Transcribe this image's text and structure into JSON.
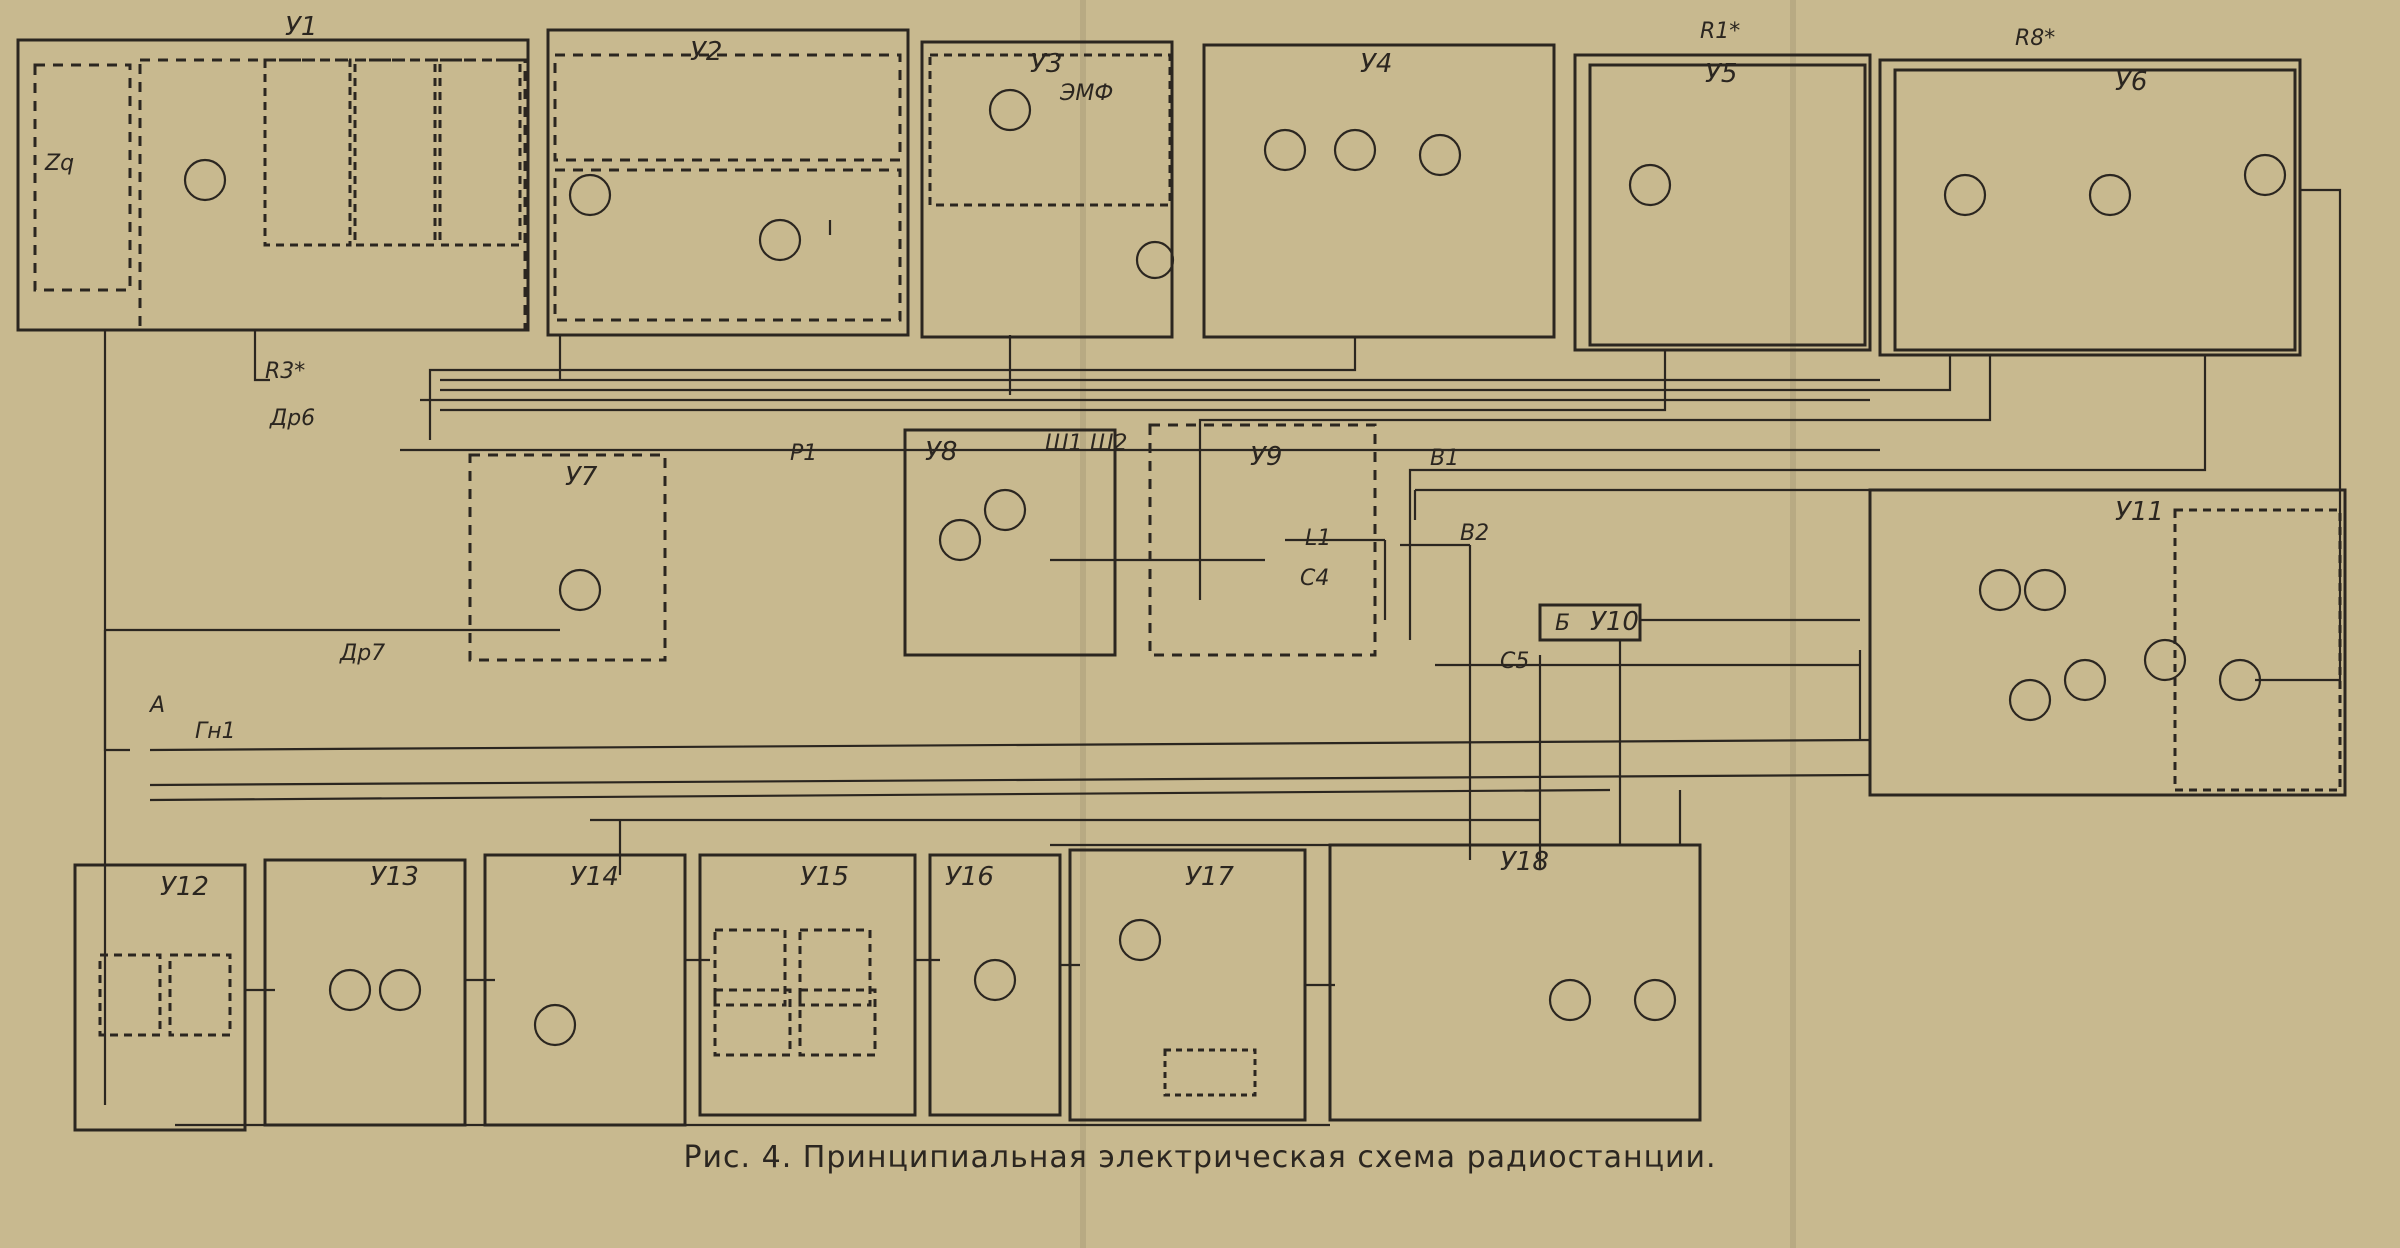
{
  "figure": {
    "caption": "Рис. 4. Принципиальная электрическая схема радиостанции."
  },
  "units": [
    {
      "id": "u1",
      "label": "У1"
    },
    {
      "id": "u2",
      "label": "У2"
    },
    {
      "id": "u3",
      "label": "У3"
    },
    {
      "id": "u4",
      "label": "У4"
    },
    {
      "id": "u5",
      "label": "У5"
    },
    {
      "id": "u6",
      "label": "У6"
    },
    {
      "id": "u7",
      "label": "У7"
    },
    {
      "id": "u8",
      "label": "У8"
    },
    {
      "id": "u9",
      "label": "У9"
    },
    {
      "id": "u10",
      "label": "У10"
    },
    {
      "id": "u11",
      "label": "У11"
    },
    {
      "id": "u12",
      "label": "У12"
    },
    {
      "id": "u13",
      "label": "У13"
    },
    {
      "id": "u14",
      "label": "У14"
    },
    {
      "id": "u15",
      "label": "У15"
    },
    {
      "id": "u16",
      "label": "У16"
    },
    {
      "id": "u17",
      "label": "У17"
    },
    {
      "id": "u18",
      "label": "У18"
    }
  ],
  "misc_labels": {
    "p1": "Р1",
    "sh1": "Ш1",
    "sh2": "Ш2",
    "v1": "В1",
    "v2": "В2",
    "b": "Б",
    "gn1": "Гн1",
    "a": "А",
    "r3": "R3*",
    "dr6": "Др6",
    "dr7": "Др7",
    "c5": "C5",
    "l1": "L1",
    "c4": "C4",
    "r1top": "R1*",
    "r8top": "R8*",
    "emf": "ЭМФ",
    "zq": "Zq"
  }
}
